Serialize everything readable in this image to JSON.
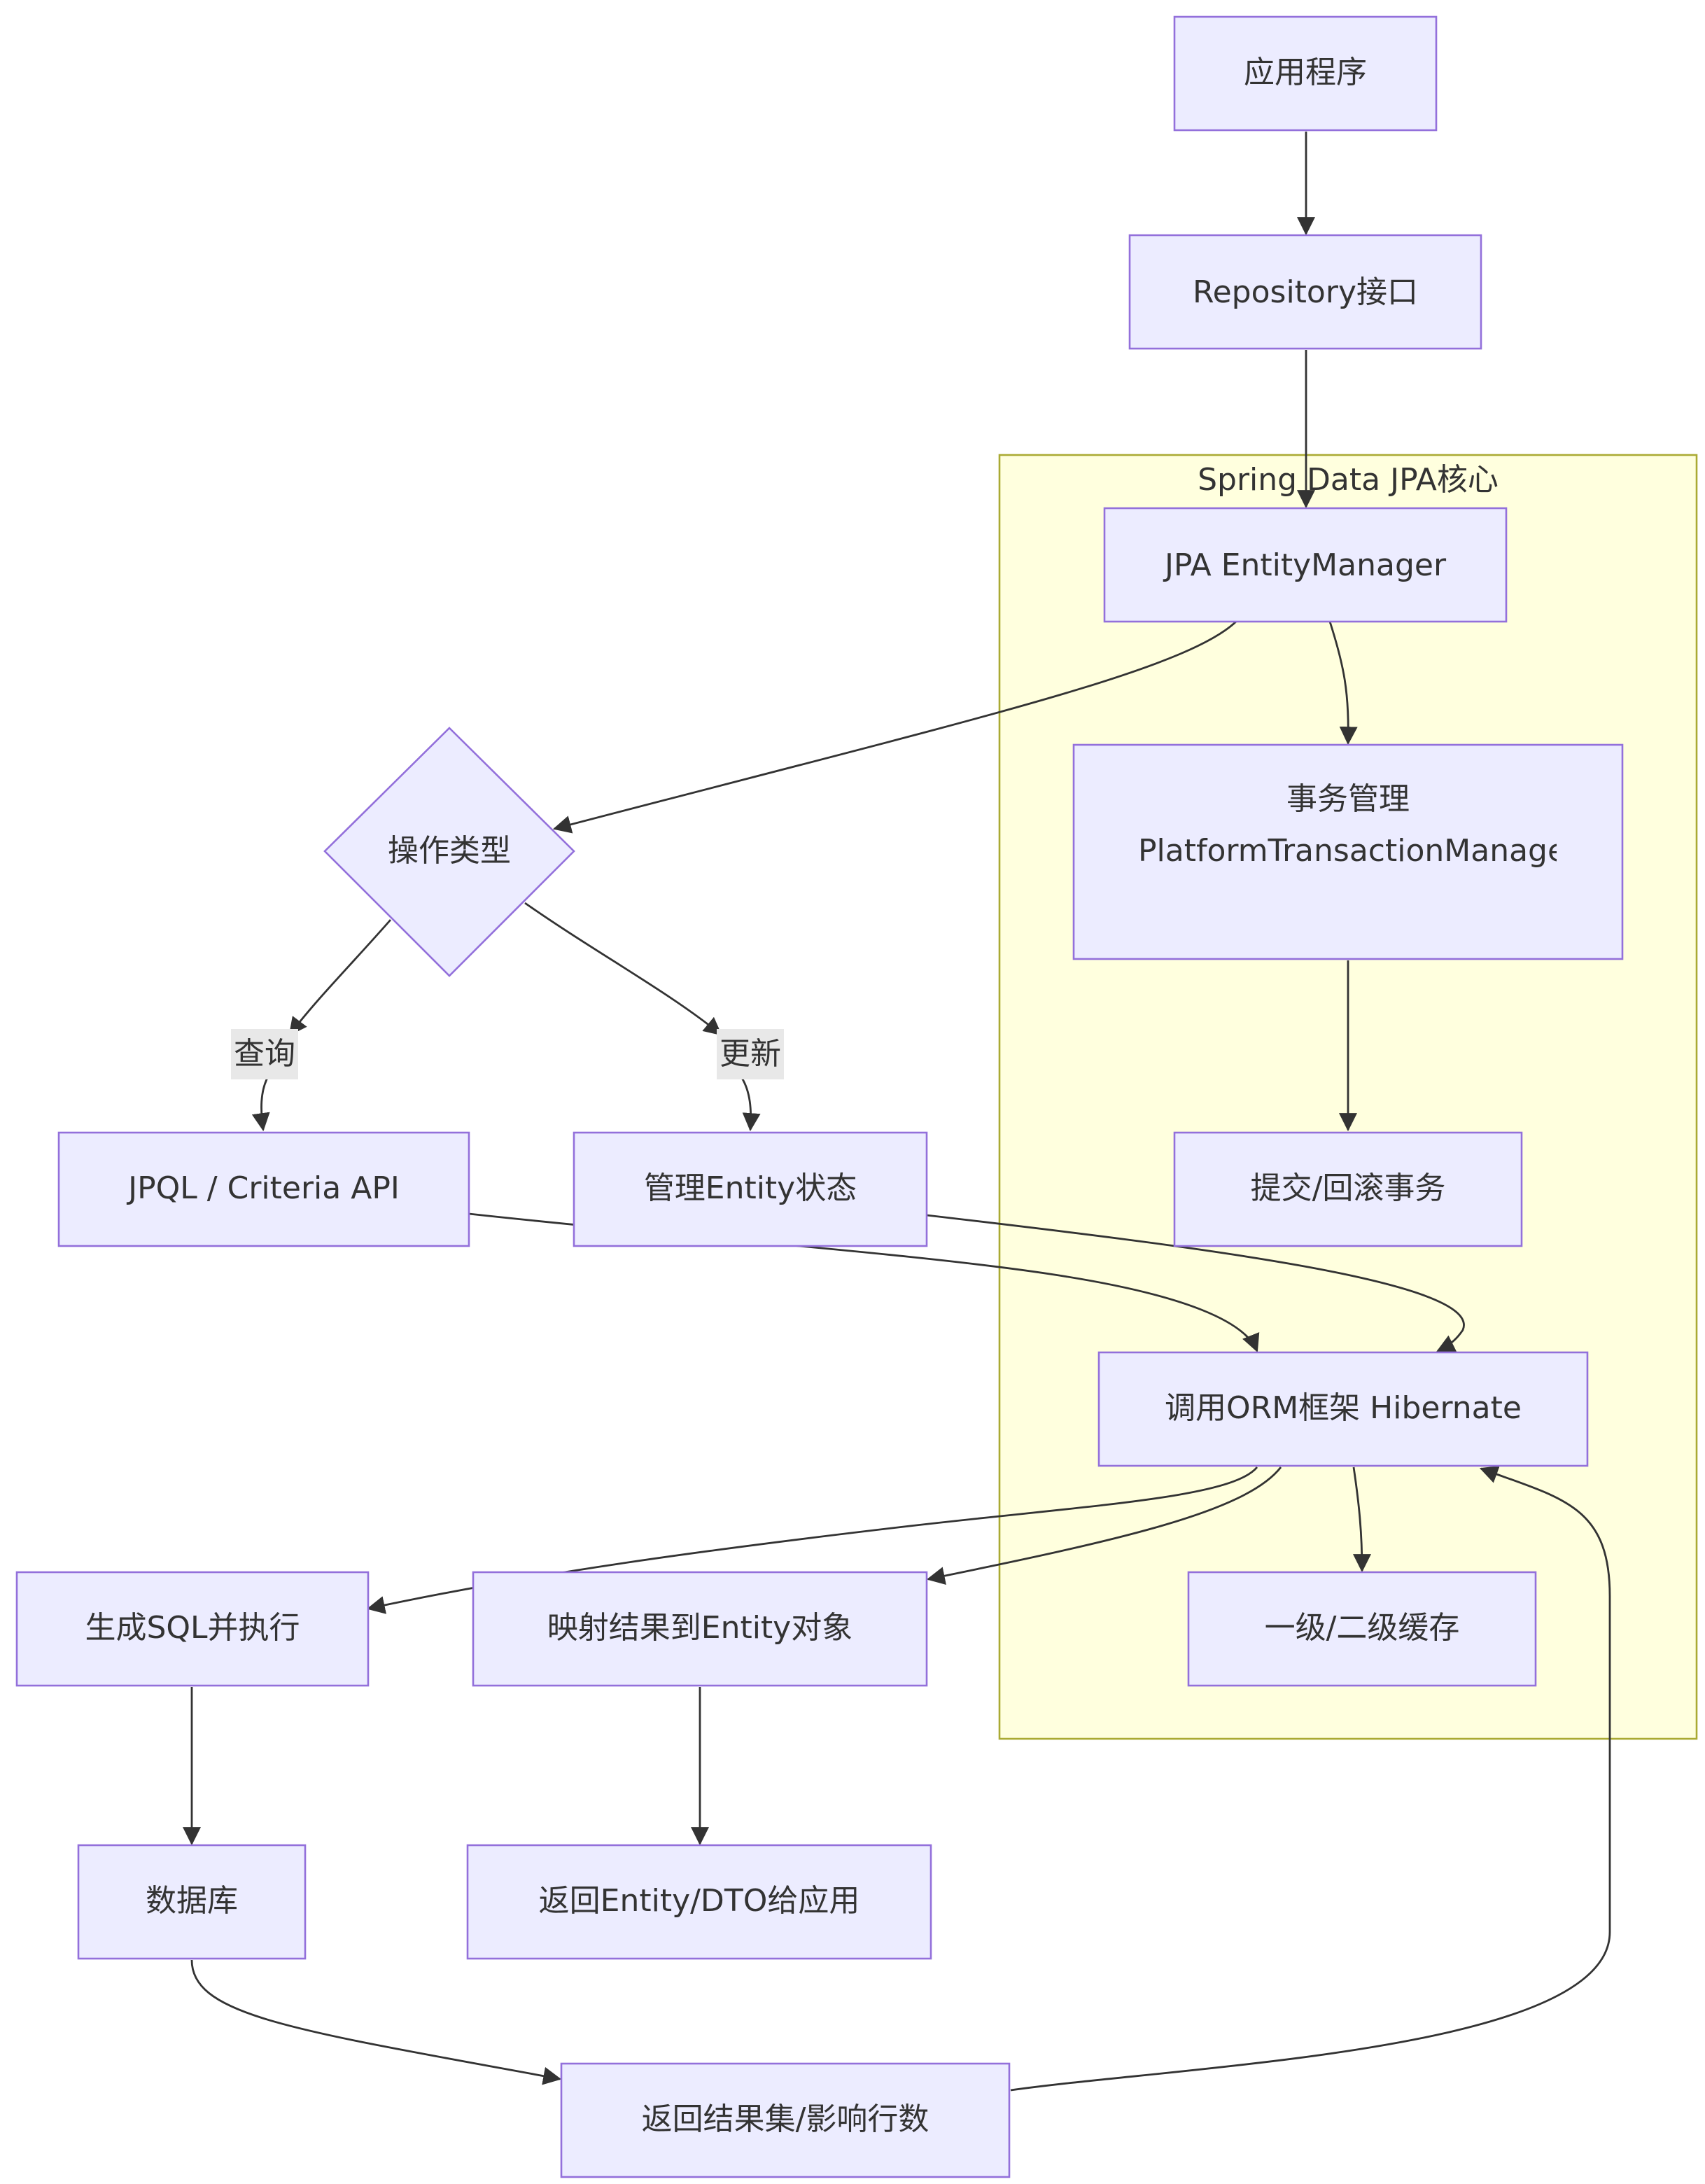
{
  "cluster": {
    "title": "Spring Data JPA核心"
  },
  "nodes": {
    "app": "应用程序",
    "repository": "Repository接口",
    "entity_manager": "JPA EntityManager",
    "transaction_line1": "事务管理",
    "transaction_line2": "PlatformTransactionManager",
    "operation_type": "操作类型",
    "jpql": "JPQL / Criteria API",
    "manage_state": "管理Entity状态",
    "commit_rollback": "提交/回滚事务",
    "orm": "调用ORM框架 Hibernate",
    "generate_sql": "生成SQL并执行",
    "map_result": "映射结果到Entity对象",
    "cache": "一级/二级缓存",
    "database": "数据库",
    "return_entity": "返回Entity/DTO给应用",
    "return_resultset": "返回结果集/影响行数"
  },
  "edge_labels": {
    "query": "查询",
    "update": "更新"
  },
  "colors": {
    "node_fill": "#ECECFF",
    "node_stroke": "#9370DB",
    "cluster_fill": "#FFFFDE",
    "cluster_stroke": "#AAAA33",
    "edge": "#333333",
    "edge_label_bg": "#E8E8E8"
  }
}
